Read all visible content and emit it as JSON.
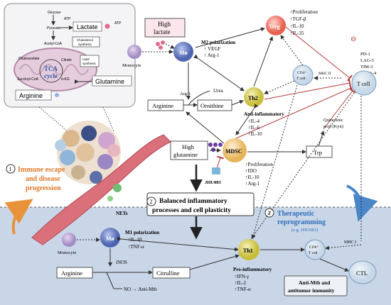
{
  "inset": {
    "glucose": "Glucose",
    "atp_1": "ATP",
    "pyruvate": "Pyruvate",
    "lactate": "Lactate",
    "atp_2": "ATP",
    "acetyl_coa": "Acetyl-CoA",
    "cholesterol_1": "Cholesterol",
    "cholesterol_2": "synthesis",
    "oxaloacetate": "Oxaloacetate",
    "citrate": "Citrate",
    "lipid_1": "Lipid",
    "lipid_2": "synthesis",
    "tca_1": "TCA",
    "tca_2": "cycle",
    "succinyl": "Succinyl-CoA",
    "akg": "α-KG",
    "glutamine": "Glutamine",
    "arginine": "Arginine"
  },
  "labels": {
    "high_lactate_1": "High",
    "high_lactate_2": "lactate",
    "monocyte_top": "Monocyte",
    "m0_top": "Mø",
    "m2_title": "M2 polarization",
    "m2_vegf": "↑ VEGF",
    "m2_arg1": "↑ Arg-1",
    "treg": "Treg",
    "treg_1": "↑Proliferation",
    "treg_2": "↑TGF-β",
    "treg_3": "↑IL-10",
    "treg_4": "↑IL-35",
    "pd1": "PD-1",
    "lag3": "LAG-3",
    "tim3": "TIM-3",
    "ctla4": "CTLA-4",
    "cd4_1": "CD4⁺",
    "cd4_2": "T cell",
    "mhc2": "MHC II",
    "tcell": "T cell",
    "arg1_mid": "Arg-1",
    "urea": "Urea",
    "arginine_mid": "Arginine",
    "ornithine": "Ornithine",
    "th2": "Th2",
    "anti_infl": "Anti-inflammatory",
    "th2_1": "↑IL-4",
    "th2_2": "↑IL-6",
    "th2_3": "↑IL-10",
    "quin_1": "Quinolinic",
    "quin_2": "acid (Kyn)",
    "high_glut_1": "High",
    "high_glut_2": "glutamine",
    "jhu": "JHU083",
    "mdsc": "MDSC",
    "mdsc_1": "↑Proliferation",
    "mdsc_2": "↑IDO",
    "mdsc_3": "↑IL-10",
    "mdsc_4": "↑Arg-1",
    "trp": "Trp",
    "immune_1": "Immune escape",
    "immune_2": "and disease",
    "immune_3": "progression",
    "nets": "NETs",
    "balanced_1": "Balanced inflammatory",
    "balanced_2": "processes and cell plasticity",
    "thera_1": "Therapeutic",
    "thera_2": "reprogramming",
    "thera_3": "(e.g. JHU083)",
    "monocyte_bot": "Monocyte",
    "m0_bot": "Mø",
    "m1_title": "M1 polarization",
    "m1_il1b": "↑IL-1β",
    "m1_tnf": "↑TNF-α",
    "th1": "Th1",
    "cd8_1": "CD8⁺",
    "cd8_2": "T cell",
    "mhc1": "MHC I",
    "arginine_bot": "Arginine",
    "inos": "iNOS",
    "citrulline": "Citrulline",
    "no_anti": "NO → Anti-Mtb",
    "pro_infl": "Pro-inflammatory",
    "th1_1": "↑IFN-γ",
    "th1_2": "↑IL-2",
    "th1_3": "↑TNF-α",
    "ctl": "CTL",
    "anti_mtb_1": "Anti-Mtb and",
    "anti_mtb_2": "antitumor immunity",
    "num1": "1",
    "num2": "2",
    "num3": "3",
    "ominus": "⊖"
  }
}
